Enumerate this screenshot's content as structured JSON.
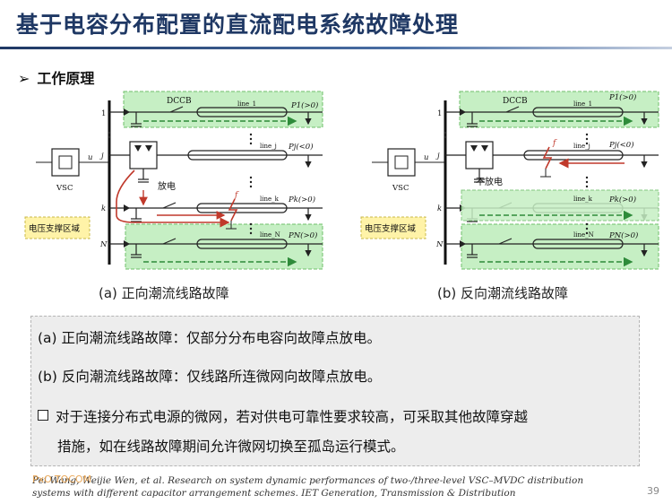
{
  "title": "基于电容分布配置的直流配电系统故障处理",
  "section": {
    "arrow": "➢",
    "label": "工作原理"
  },
  "diagram_a": {
    "vsc": "VSC",
    "bus_labels": [
      "1",
      "j",
      "k",
      "N"
    ],
    "u_label": "u",
    "dccb": "DCCB",
    "lines": [
      "line_1",
      "line_j",
      "line_k",
      "line_N"
    ],
    "powers": [
      "P1(>0)",
      "Pj(<0)",
      "Pk(>0)",
      "PN(>0)"
    ],
    "fault": "f",
    "discharge": "放电",
    "zone": "电压支撑区域",
    "caption": "(a) 正向潮流线路故障"
  },
  "diagram_b": {
    "vsc": "VSC",
    "bus_labels": [
      "1",
      "j",
      "k",
      "N"
    ],
    "u_label": "u",
    "dccb": "DCCB",
    "lines": [
      "line_1",
      "line_j",
      "line_k",
      "line_N"
    ],
    "powers": [
      "P1(>0)",
      "Pj(<0)",
      "Pk(>0)",
      "PN(>0)"
    ],
    "fault": "f",
    "discharge": "不放电",
    "zone": "电压支撑区域",
    "caption": "(b) 反向潮流线路故障"
  },
  "notes": {
    "a": "(a) 正向潮流线路故障：仅部分分布电容向故障点放电。",
    "b": "(b) 反向潮流线路故障：仅线路所连微网向故障点放电。",
    "bullet_1": "对于连接分布式电源的微网，若对供电可靠性要求较高，可采取其他故障穿越",
    "bullet_2": "措施，如在线路故障期间允许微网切换至孤岛运行模式。"
  },
  "reference": {
    "line_1": "Pei Wang, Weijie Wen, et al. Research on system dynamic performances of two-/three-level VSC–MVDC distribution",
    "line_2": "systems with different capacitor arrangement schemes. IET Generation, Transmission & Distribution",
    "watermark": "PxO.TOCOM",
    "page": "39"
  },
  "colors": {
    "title": "#1f3864",
    "zone_green": "#c6efc4",
    "zone_border": "#6fbf6a",
    "arrow_red": "#c0392b",
    "arrow_green": "#2e8b3a",
    "zone_yellow_text": "#1a1a1a"
  }
}
